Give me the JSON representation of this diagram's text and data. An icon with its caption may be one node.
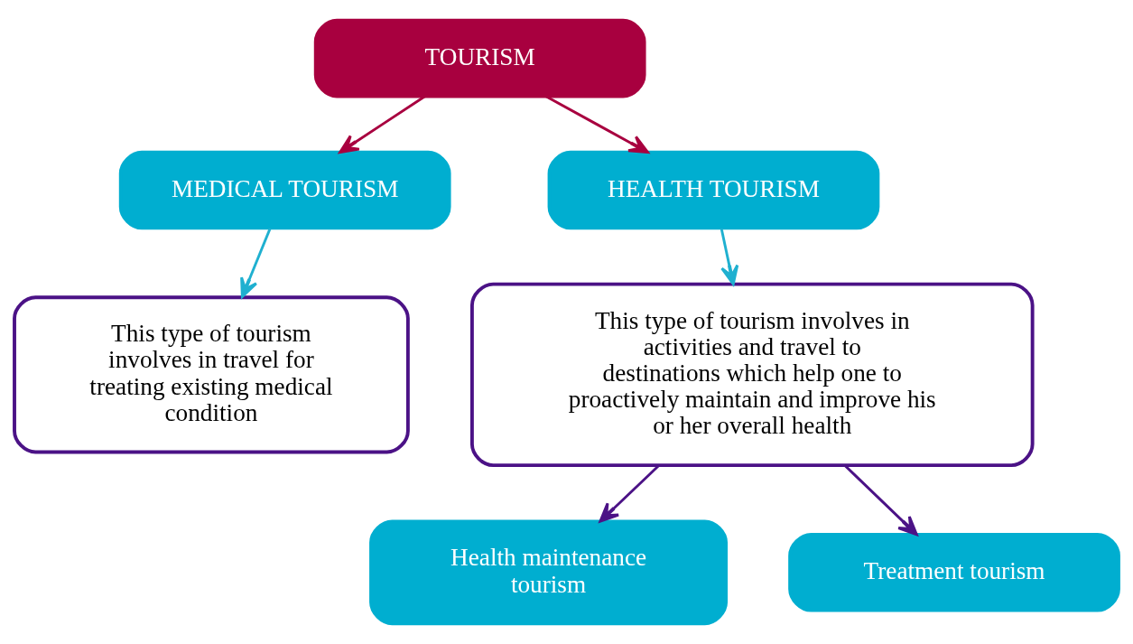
{
  "diagram": {
    "nodes": [
      {
        "text": [
          "TOURISM"
        ]
      },
      {
        "text": [
          "MEDICAL TOURISM"
        ]
      },
      {
        "text": [
          "HEALTH TOURISM"
        ]
      },
      {
        "text": [
          "This type of tourism involves in travel for treating existing medical condition"
        ]
      },
      {
        "text": [
          "This type of tourism involves in activities and travel to destinations which help one to proactively maintain and improve his or her overall health"
        ]
      },
      {
        "text": [
          "Health maintenance tourism"
        ]
      },
      {
        "text": [
          "Treatment tourism"
        ]
      }
    ],
    "edges": [
      {
        "from": 0,
        "to": 1,
        "arrow": "to",
        "color": "#a8003f"
      },
      {
        "from": 0,
        "to": 2,
        "arrow": "to",
        "color": "#a8003f"
      },
      {
        "from": 1,
        "to": 3,
        "arrow": "to",
        "color": "#1fb0d0"
      },
      {
        "from": 2,
        "to": 4,
        "arrow": "to",
        "color": "#1fb0d0"
      },
      {
        "from": 4,
        "to": 5,
        "arrow": "to",
        "color": "#4b1286"
      },
      {
        "from": 4,
        "to": 6,
        "arrow": "to",
        "color": "#4b1286"
      }
    ]
  }
}
